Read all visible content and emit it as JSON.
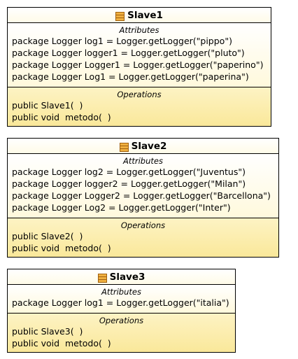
{
  "classes": [
    {
      "name": "Slave1",
      "icon": "class-icon",
      "attributes_title": "Attributes",
      "attributes": [
        "package Logger log1 = Logger.getLogger(\"pippo\")",
        "package Logger logger1 = Logger.getLogger(\"pluto\")",
        "package Logger Logger1 = Logger.getLogger(\"paperino\")",
        "package Logger Log1 = Logger.getLogger(\"paperina\")"
      ],
      "operations_title": "Operations",
      "operations": [
        "public Slave1(  )",
        "public void  metodo(  )"
      ]
    },
    {
      "name": "Slave2",
      "icon": "class-icon",
      "attributes_title": "Attributes",
      "attributes": [
        "package Logger log2 = Logger.getLogger(\"Juventus\")",
        "package Logger logger2 = Logger.getLogger(\"Milan\")",
        "package Logger Logger2 = Logger.getLogger(\"Barcellona\")",
        "package Logger Log2 = Logger.getLogger(\"Inter\")"
      ],
      "operations_title": "Operations",
      "operations": [
        "public Slave2(  )",
        "public void  metodo(  )"
      ]
    },
    {
      "name": "Slave3",
      "icon": "class-icon",
      "attributes_title": "Attributes",
      "attributes": [
        "package Logger log1 = Logger.getLogger(\"italia\")"
      ],
      "operations_title": "Operations",
      "operations": [
        "public Slave3(  )",
        "public void  metodo(  )"
      ]
    }
  ]
}
